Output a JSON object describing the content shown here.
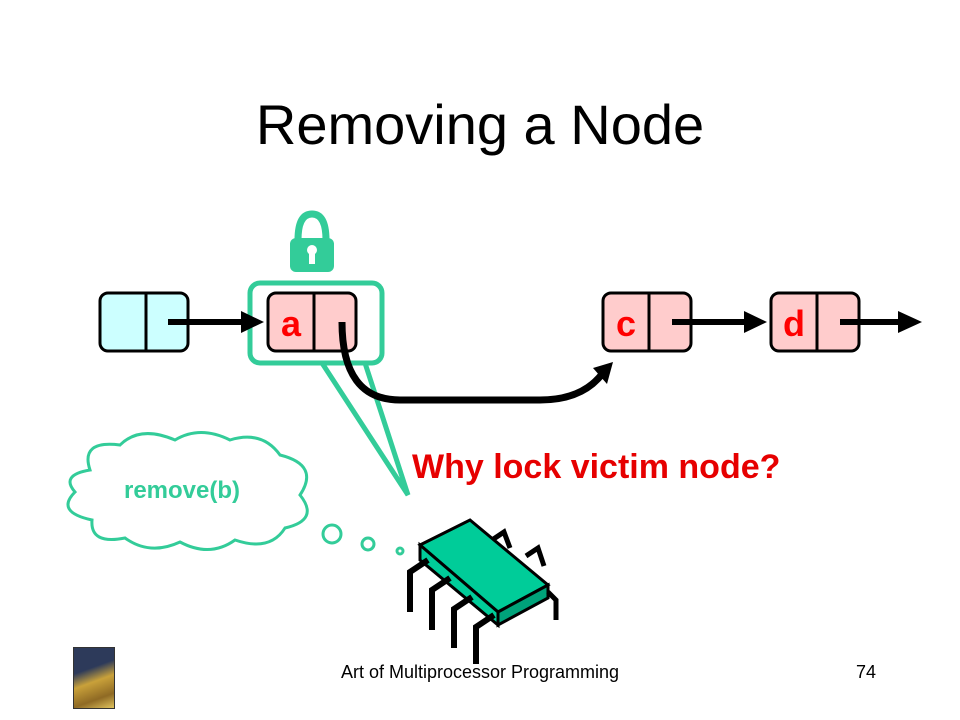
{
  "slide": {
    "title": "Removing a Node",
    "footer": "Art of Multiprocessor Programming",
    "page_number": "74"
  },
  "diagram": {
    "nodes": [
      {
        "id": "head",
        "label": "",
        "fill": "#ccffff"
      },
      {
        "id": "a",
        "label": "a",
        "fill": "#ffcccc",
        "locked": true
      },
      {
        "id": "c",
        "label": "c",
        "fill": "#ffcccc"
      },
      {
        "id": "d",
        "label": "d",
        "fill": "#ffcccc"
      }
    ],
    "question": "Why lock victim node?",
    "thought": "remove(b)",
    "colors": {
      "label_red": "#ff0000",
      "question_red": "#e60000",
      "lock_green": "#33cc99",
      "head_fill": "#ccffff",
      "node_fill": "#ffcccc",
      "chip_fill": "#00cc99"
    },
    "icons": [
      "lock-icon",
      "thread-chip-icon",
      "book-cover-icon"
    ]
  }
}
